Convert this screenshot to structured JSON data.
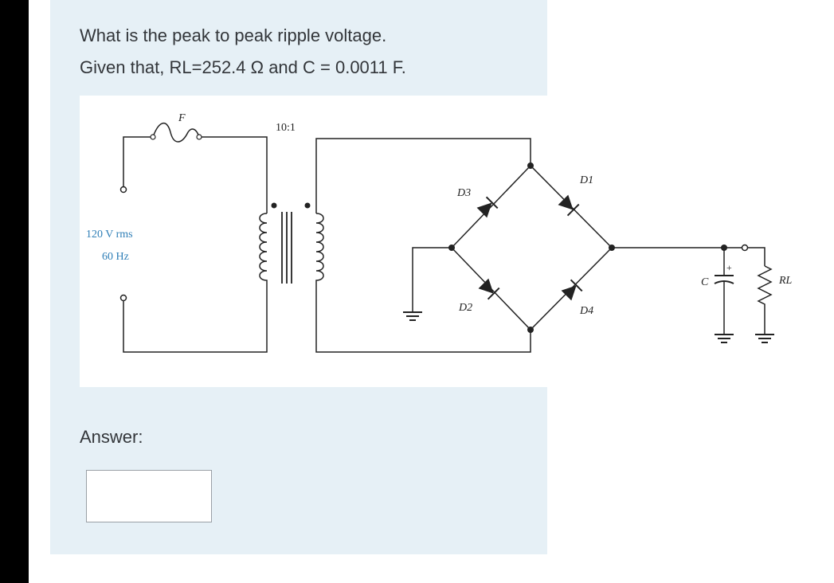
{
  "question": {
    "line1": "What is the peak to peak ripple voltage.",
    "line2": "Given that, RL=252.4 Ω and C = 0.0011 F."
  },
  "circuit": {
    "fuse_label": "F",
    "transformer_ratio": "10:1",
    "source_voltage": "120 V rms",
    "source_frequency": "60 Hz",
    "diodes": [
      "D1",
      "D2",
      "D3",
      "D4"
    ],
    "capacitor_label": "C",
    "capacitor_polarity": "+",
    "load_label": "RL"
  },
  "answer": {
    "label": "Answer:",
    "value": ""
  },
  "colors": {
    "card_background": "#e6f0f6",
    "label_blue": "#2f7fb7"
  }
}
